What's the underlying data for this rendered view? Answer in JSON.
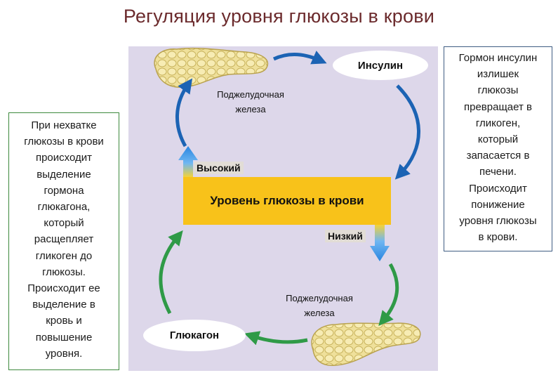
{
  "title": "Регуляция уровня глюкозы в крови",
  "center": {
    "label": "Уровень глюкозы в крови",
    "high_tag": "Высокий",
    "low_tag": "Низкий"
  },
  "hormones": {
    "insulin": "Инсулин",
    "glucagon": "Глюкагон"
  },
  "organ_labels": {
    "top": [
      "Поджелудочная",
      "железа"
    ],
    "bottom": [
      "Поджелудочная",
      "железа"
    ]
  },
  "left_box_lines": [
    "При нехватке",
    "глюкозы в крови",
    "происходит",
    "выделение",
    "гормона",
    "глюкагона,",
    "который",
    "расщепляет",
    "гликоген до",
    "глюкозы.",
    "Происходит ее",
    "выделение в",
    "кровь и",
    "повышение",
    "уровня."
  ],
  "right_box_lines": [
    "Гормон инсулин",
    "излишек",
    "глюкозы",
    "превращает в",
    "гликоген,",
    "который",
    "запасается в",
    "печени.",
    "Происходит",
    "понижение",
    "уровня глюкозы",
    "в крови."
  ],
  "colors": {
    "title": "#6b2a2c",
    "panel": "#ddd7ea",
    "center_box": "#f8c21a",
    "blue_arrow": "#1c63b4",
    "green_arrow": "#2f9a47",
    "pancreas": "#efe09a",
    "left_border": "#3d8a3d",
    "right_border": "#3f5d83"
  },
  "icons": [
    "pancreas-icon",
    "arrow-up-icon",
    "arrow-down-icon"
  ]
}
